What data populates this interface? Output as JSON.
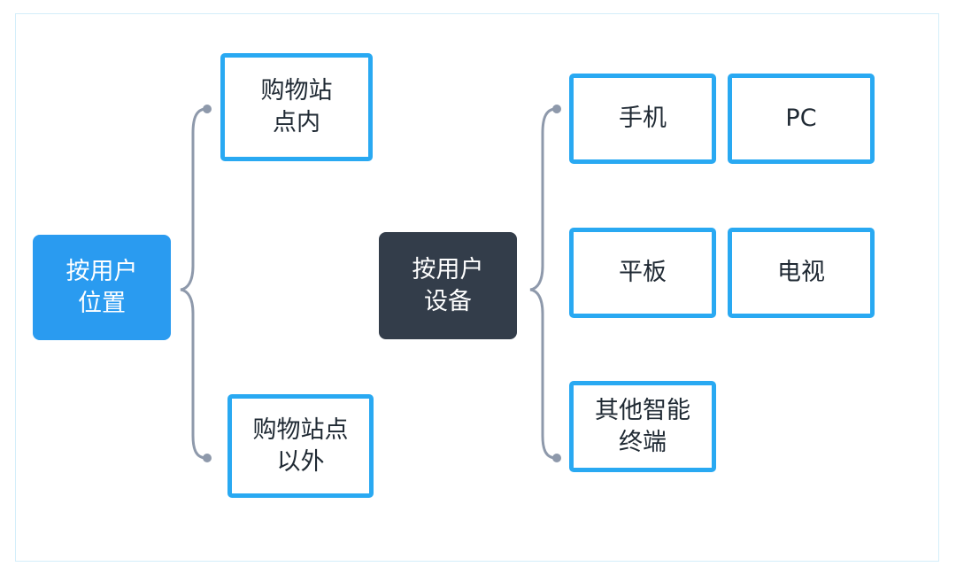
{
  "colors": {
    "location_root_fill": "#2a9bf0",
    "device_root_fill": "#333d4a",
    "leaf_border": "#29a9f2",
    "connector": "#8e99ab",
    "frame_border": "#d4eefa"
  },
  "location_group": {
    "root_label": "按用户\n位置",
    "children": [
      {
        "label": "购物站\n点内"
      },
      {
        "label": "购物站点\n以外"
      }
    ]
  },
  "device_group": {
    "root_label": "按用户\n设备",
    "children": [
      {
        "label": "手机"
      },
      {
        "label": "PC"
      },
      {
        "label": "平板"
      },
      {
        "label": "电视"
      },
      {
        "label": "其他智能\n终端"
      }
    ]
  }
}
